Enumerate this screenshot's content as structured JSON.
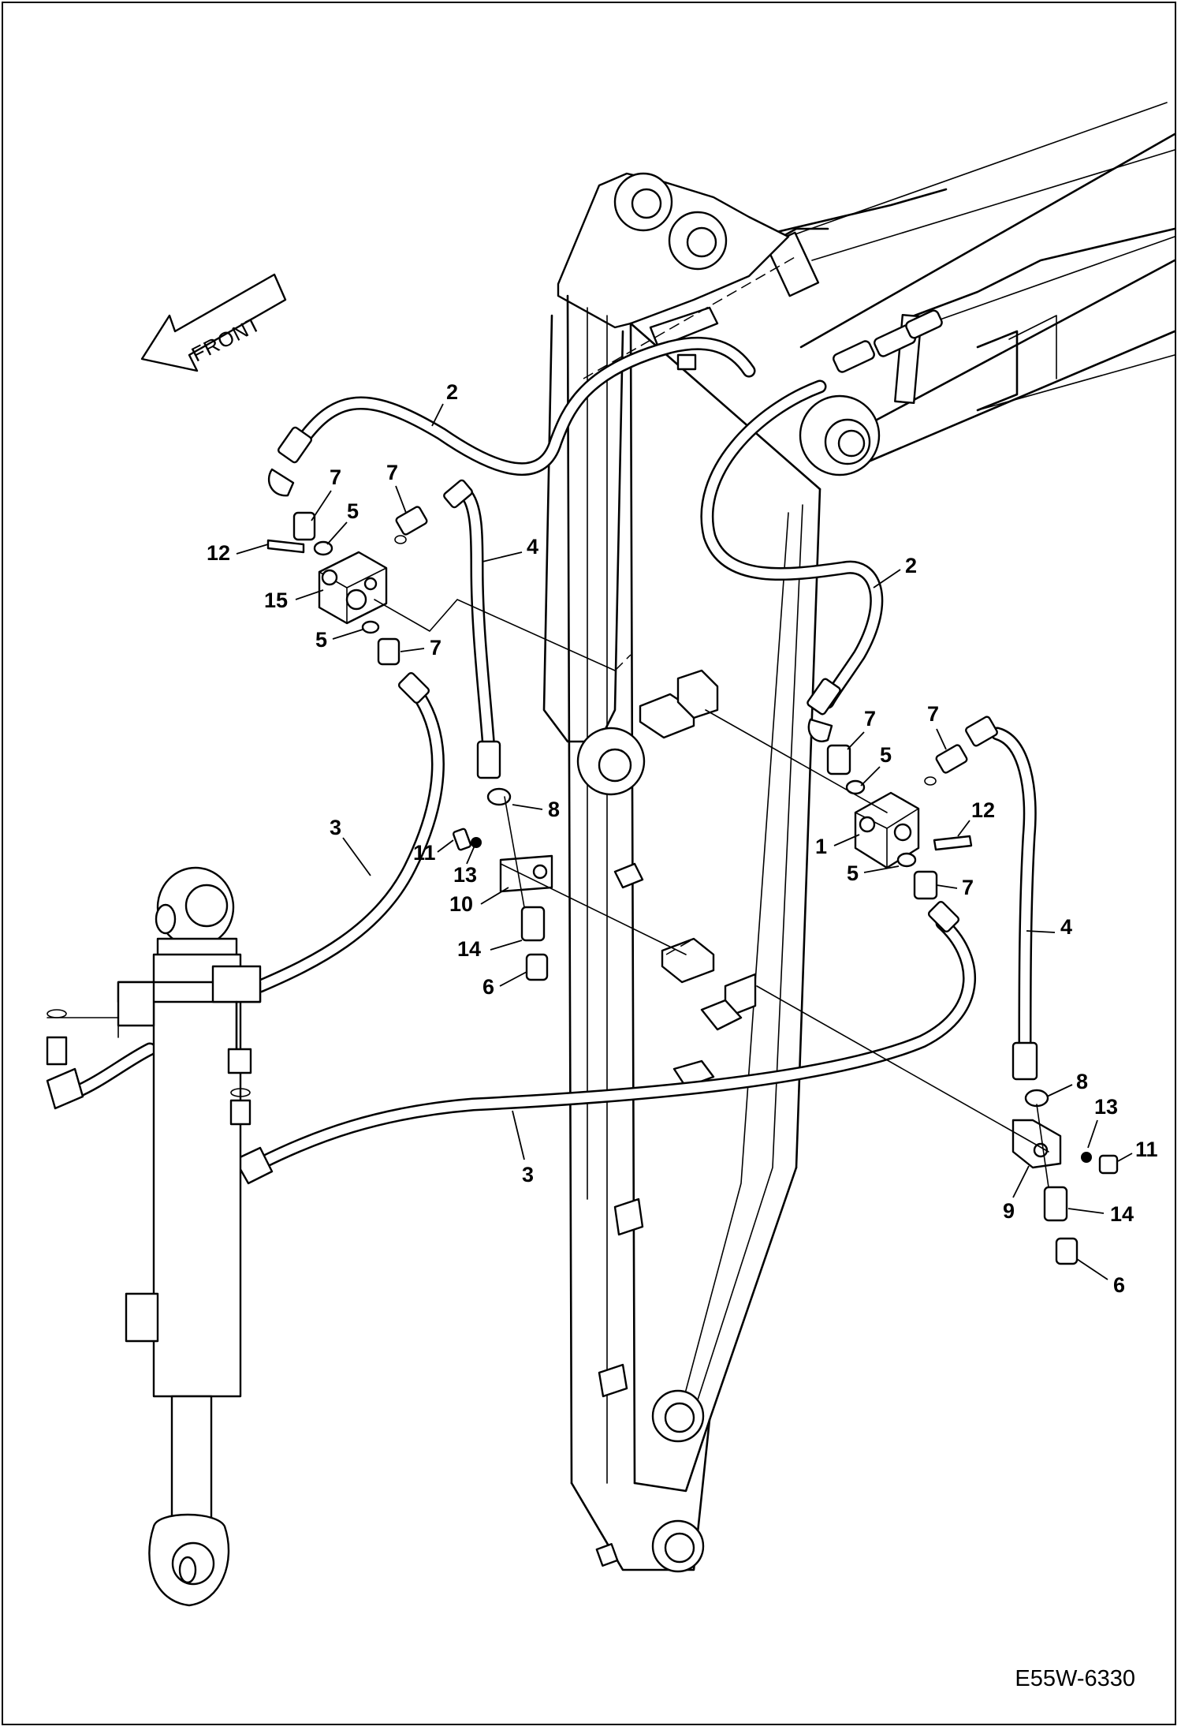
{
  "diagram": {
    "orientation_label": "FRONT",
    "drawing_code": "E55W-6330",
    "callouts": [
      {
        "id": "c2-left",
        "text": "2"
      },
      {
        "id": "c7-a",
        "text": "7"
      },
      {
        "id": "c7-b",
        "text": "7"
      },
      {
        "id": "c5-a",
        "text": "5"
      },
      {
        "id": "c4-left",
        "text": "4"
      },
      {
        "id": "c12-left",
        "text": "12"
      },
      {
        "id": "c15",
        "text": "15"
      },
      {
        "id": "c5-b",
        "text": "5"
      },
      {
        "id": "c7-c",
        "text": "7"
      },
      {
        "id": "c8-left",
        "text": "8"
      },
      {
        "id": "c3-upper",
        "text": "3"
      },
      {
        "id": "c11-left",
        "text": "11"
      },
      {
        "id": "c13-left",
        "text": "13"
      },
      {
        "id": "c10",
        "text": "10"
      },
      {
        "id": "c14-left",
        "text": "14"
      },
      {
        "id": "c6-left",
        "text": "6"
      },
      {
        "id": "c2-right",
        "text": "2"
      },
      {
        "id": "c7-d",
        "text": "7"
      },
      {
        "id": "c7-e",
        "text": "7"
      },
      {
        "id": "c5-c",
        "text": "5"
      },
      {
        "id": "c12-right",
        "text": "12"
      },
      {
        "id": "c1",
        "text": "1"
      },
      {
        "id": "c5-d",
        "text": "5"
      },
      {
        "id": "c7-f",
        "text": "7"
      },
      {
        "id": "c4-right",
        "text": "4"
      },
      {
        "id": "c8-right",
        "text": "8"
      },
      {
        "id": "c13-right",
        "text": "13"
      },
      {
        "id": "c11-right",
        "text": "11"
      },
      {
        "id": "c9",
        "text": "9"
      },
      {
        "id": "c14-right",
        "text": "14"
      },
      {
        "id": "c6-right",
        "text": "6"
      },
      {
        "id": "c3-lower",
        "text": "3"
      }
    ]
  }
}
